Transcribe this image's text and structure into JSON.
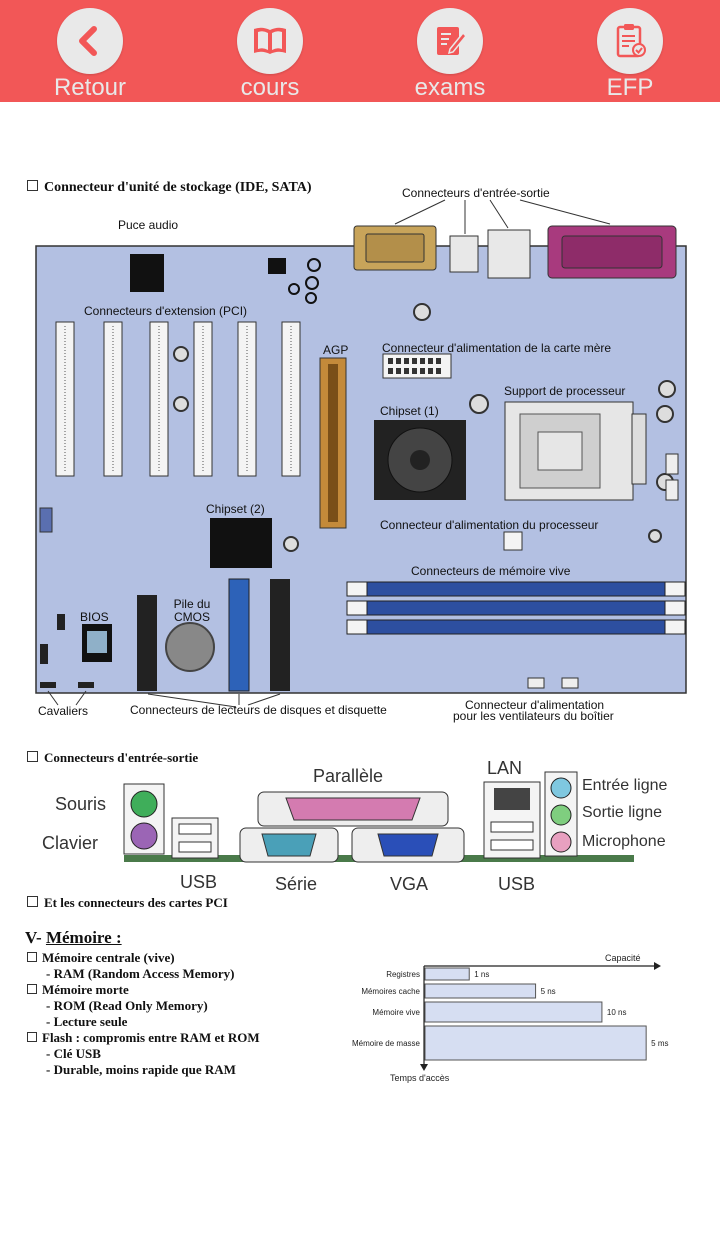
{
  "nav": {
    "back": "Retour",
    "cours": "cours",
    "exams": "exams",
    "efp": "EFP"
  },
  "section1": {
    "title": "Connecteur d'unité de stockage (IDE, SATA)",
    "labels": {
      "io_connectors": "Connecteurs d'entrée-sortie",
      "audio_chip": "Puce audio",
      "pci": "Connecteurs d'extension (PCI)",
      "agp": "AGP",
      "motherboard_power": "Connecteur d'alimentation de la carte mère",
      "cpu_socket": "Support de processeur",
      "chipset1": "Chipset (1)",
      "chipset2": "Chipset (2)",
      "cpu_power": "Connecteur d'alimentation du processeur",
      "ram_slots": "Connecteurs de mémoire vive",
      "bios": "BIOS",
      "cmos": "Pile du CMOS",
      "jumpers": "Cavaliers",
      "drive_connectors": "Connecteurs de lecteurs de disques et disquette",
      "fan_power_1": "Connecteur d'alimentation",
      "fan_power_2": "pour les ventilateurs du boîtier"
    }
  },
  "section2": {
    "title": "Connecteurs d'entrée-sortie",
    "labels": {
      "mouse": "Souris",
      "keyboard": "Clavier",
      "usb1": "USB",
      "parallel": "Parallèle",
      "serial": "Série",
      "vga": "VGA",
      "lan": "LAN",
      "usb2": "USB",
      "line_in": "Entrée ligne",
      "line_out": "Sortie ligne",
      "mic": "Microphone"
    }
  },
  "section3": {
    "title": "Et les connecteurs des cartes PCI"
  },
  "memory": {
    "title_prefix": "V- ",
    "title": "Mémoire :",
    "items": {
      "central": "Mémoire centrale (vive)",
      "ram": "- RAM (Random Access Memory)",
      "dead": "Mémoire morte",
      "rom": "- ROM (Read Only Memory)",
      "readonly": "- Lecture seule",
      "flash": "Flash : compromis entre RAM et ROM",
      "usb": "- Clé USB",
      "durable": "- Durable, moins rapide que RAM"
    }
  },
  "chart_data": {
    "type": "bar",
    "orientation": "horizontal",
    "title": "",
    "xlabel": "Capacité",
    "ylabel": "Temps d'accès",
    "categories": [
      "Registres",
      "Mémoires cache",
      "Mémoire vive",
      "Mémoire de masse"
    ],
    "values": [
      1,
      2.5,
      4,
      5
    ],
    "value_labels": [
      "1 ns",
      "5 ns",
      "10 ns",
      "5 ms"
    ],
    "xlim": [
      0,
      5.2
    ],
    "colors": {
      "bar_fill": "#d6def2",
      "bar_stroke": "#555555"
    }
  },
  "colors": {
    "topbar": "#f25757",
    "nav_circle": "#e9e9e9",
    "nav_icon": "#f25757",
    "board": "#b3c0e2"
  }
}
